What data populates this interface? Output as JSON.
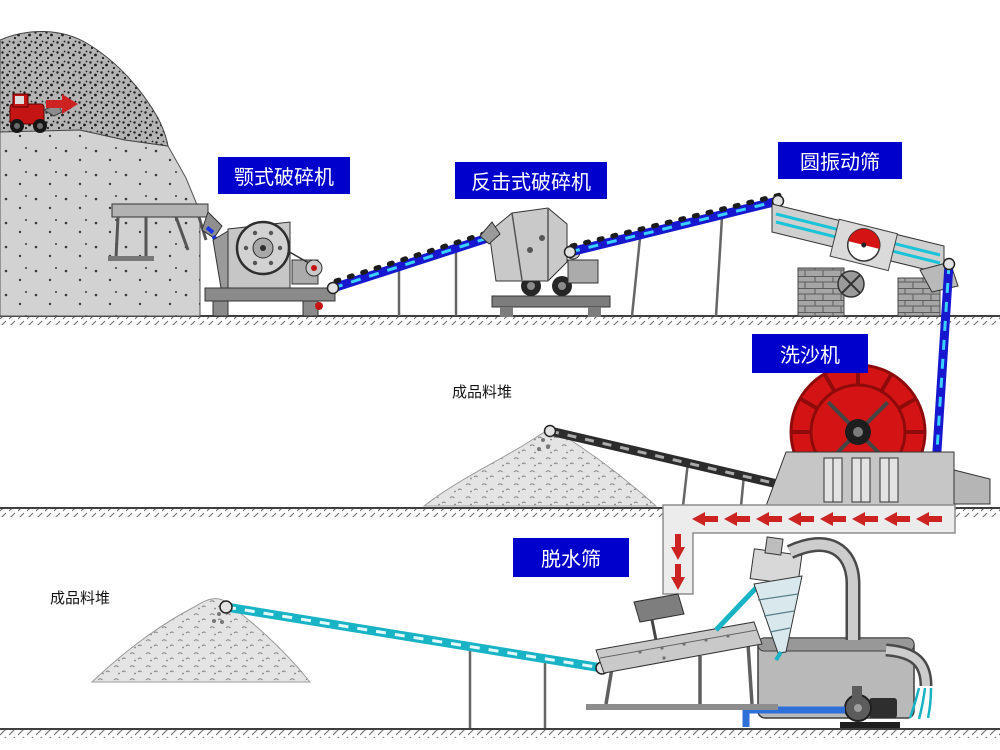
{
  "labels": {
    "jaw_crusher": "颚式破碎机",
    "impact_crusher": "反击式破碎机",
    "vibrating_screen": "圆振动筛",
    "sand_washer": "洗沙机",
    "dewatering_screen": "脱水筛",
    "stockpile_top": "成品料堆",
    "stockpile_bottom": "成品料堆"
  },
  "colors": {
    "label_bg": "#0000cd",
    "label_text": "#ffffff",
    "belt_blue": "#1717cf",
    "belt_dash": "#3ad1ff",
    "washer_red": "#d41414",
    "arrow_red": "#cc2222",
    "pipe_cyan": "#18b3c4"
  }
}
